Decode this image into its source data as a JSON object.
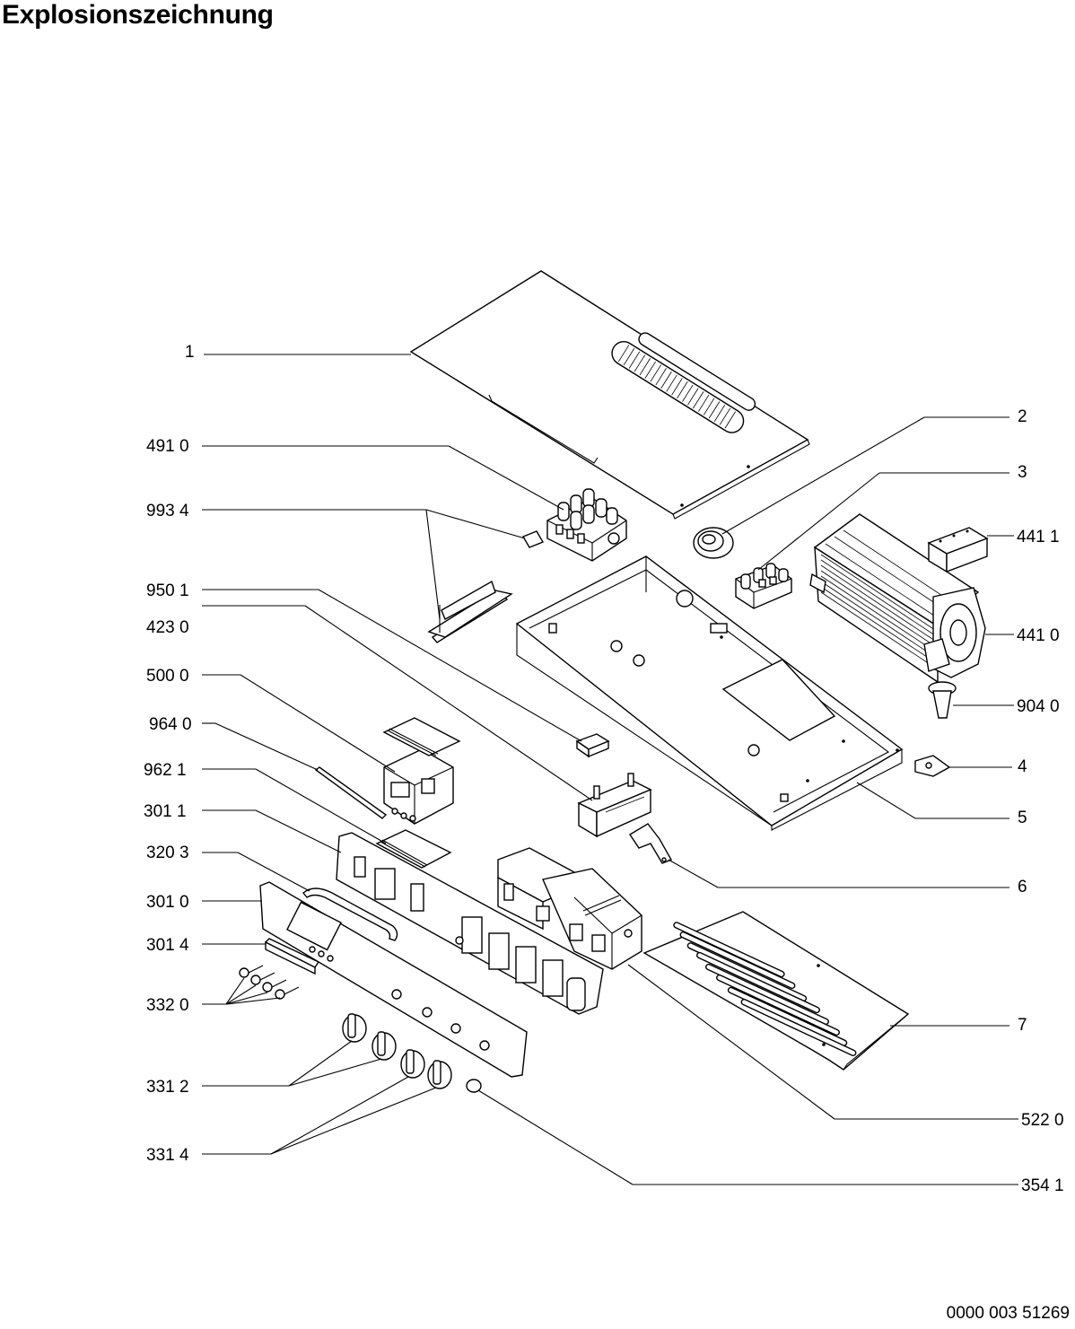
{
  "page": {
    "title": "Explosionszeichnung",
    "document_number": "0000 003 51269"
  },
  "callouts": {
    "c1": "1",
    "c2": "2",
    "c3": "3",
    "c4": "4",
    "c5": "5",
    "c6": "6",
    "c7": "7",
    "c4910": "491 0",
    "c9934": "993 4",
    "c9501": "950 1",
    "c4230": "423 0",
    "c5000": "500 0",
    "c9640": "964 0",
    "c9621": "962 1",
    "c3011": "301 1",
    "c3203": "320 3",
    "c3010": "301 0",
    "c3014": "301 4",
    "c3320": "332 0",
    "c3312": "331 2",
    "c3314": "331 4",
    "c4411": "441 1",
    "c4410": "441 0",
    "c9040": "904 0",
    "c5220": "522 0",
    "c3541": "354 1"
  },
  "colors": {
    "ink": "#000000",
    "paper": "#ffffff"
  }
}
